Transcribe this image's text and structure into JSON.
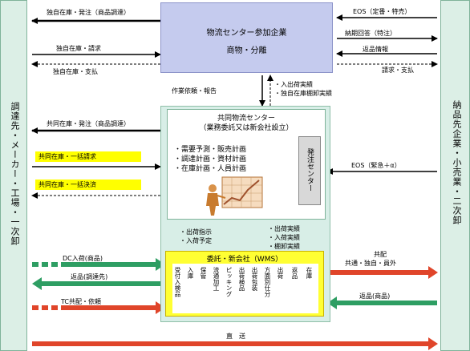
{
  "left_side": {
    "label": "調達先・メーカー・工場・一次卸"
  },
  "right_side": {
    "label": "納品先企業・小売業・二次卸"
  },
  "participants_box": {
    "title": "物流センター参加企業",
    "subtitle": "商物・分離"
  },
  "center_box": {
    "title": "共同物流センター",
    "subtitle": "（業務委託又は新会社設立）",
    "functions": [
      "・需要予測・販売計画",
      "・調達計画・資材計画",
      "・在庫計画・人員計画"
    ],
    "order_center": "発注センター"
  },
  "wms_box": {
    "title": "委託・新会社（WMS）",
    "columns": [
      "受付入検品",
      "入庫",
      "保管",
      "流通加工",
      "ピッキング",
      "出荷検品",
      "出荷包装",
      "方面別仕分",
      "出荷",
      "返品",
      "在庫"
    ]
  },
  "left_labels": {
    "own_stock_order": "独自在庫・発注（商品調達）",
    "own_stock_invoice": "独自在庫・請求",
    "own_stock_payment": "独自在庫・支払",
    "shared_stock_order": "共同在庫・発注（商品調達）",
    "shared_bulk_invoice": "共同在庫・一括請求",
    "shared_bulk_settlement": "共同在庫・一括決済",
    "dc_receiving": "DC入荷(商品)",
    "returns_supplier": "返品(調達先)",
    "tc_request": "TC共配・依頼",
    "direct_delivery": "直　送"
  },
  "right_labels": {
    "eos_regular": "EOS（定番・特売）",
    "delivery_response": "納期回答（特注）",
    "return_info": "返品情報",
    "invoice_payment": "請求・支払",
    "eos_urgent": "EOS（緊急＋α）",
    "joint_delivery": "共配",
    "joint_delivery_detail": "共通・独自・員外",
    "returns_goods": "返品(商品)"
  },
  "center_labels": {
    "work_request": "作業依頼・報告",
    "receipt_results": "・入出荷実績",
    "own_stock_inventory": "・独自在庫棚卸実績",
    "shipping_instruction": "・出荷指示",
    "receiving_plan": "・入荷予定",
    "shipping_results": "・出荷実績",
    "receiving_results": "・入荷実績",
    "inventory_results": "・棚卸実績"
  },
  "colors": {
    "side_fill": "#dcefe6",
    "participants_fill": "#c5cbee",
    "center_outer_fill": "#d8eee7",
    "wms_fill": "#ffff33",
    "arrow_green": "#2e9e63",
    "arrow_red": "#e0452a",
    "highlight": "#ffff00"
  }
}
